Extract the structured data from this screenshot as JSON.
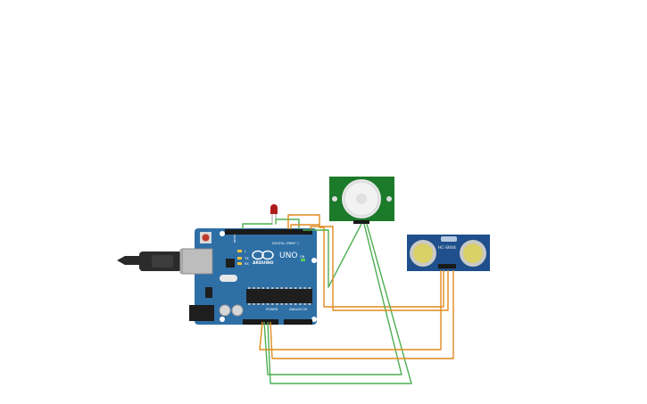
{
  "workspace": {
    "background": "#ffffff"
  },
  "arduino": {
    "brand": "ARDUINO",
    "model": "UNO",
    "reset_label": "RESET",
    "digital_label": "DIGITAL (PWM~)",
    "power_label": "POWER",
    "analog_label": "ANALOG IN",
    "on_label": "ON",
    "tx_label": "TX",
    "rx_label": "RX",
    "l_label": "L",
    "board_color": "#2e6fa6"
  },
  "pir_sensor": {
    "board_color": "#1c7a2b",
    "dome_color": "#f2f2f2"
  },
  "ultrasonic_sensor": {
    "model": "HC-SR04",
    "board_color": "#1f4f8c"
  },
  "led": {
    "color": "#b01c1c"
  },
  "wires": {
    "green": "#4caf50",
    "orange": "#e08a1e"
  }
}
